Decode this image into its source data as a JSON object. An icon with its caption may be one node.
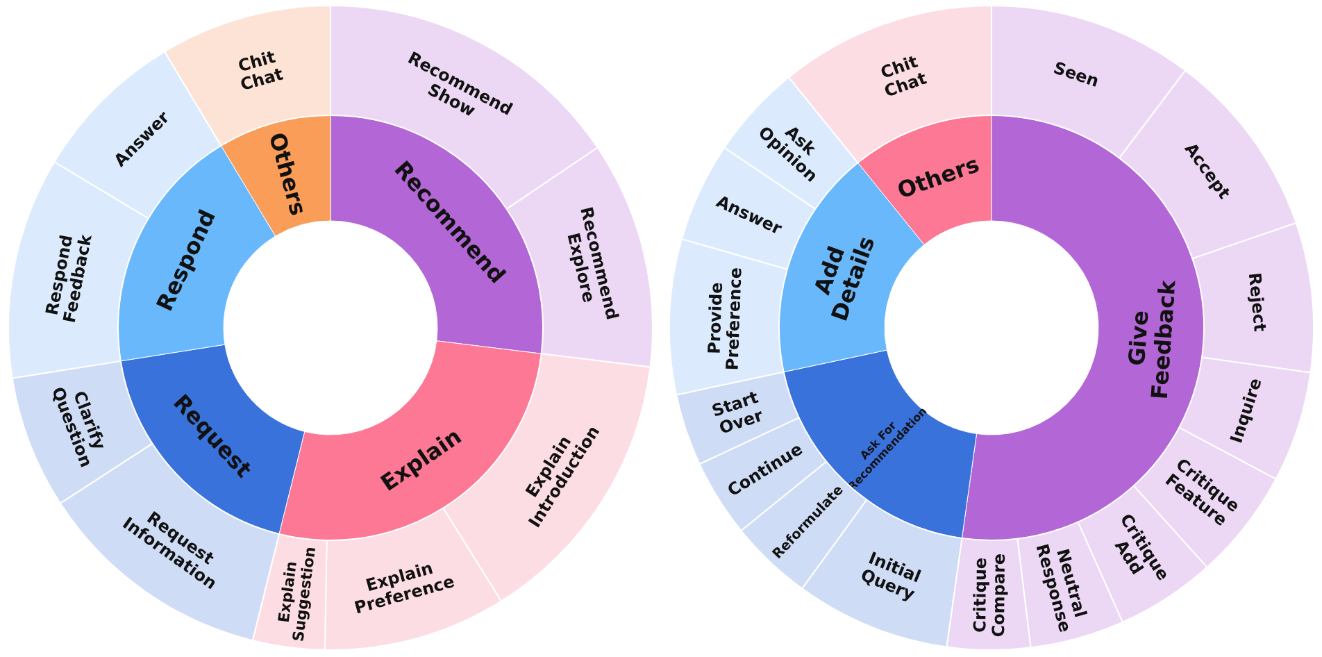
{
  "diagram": {
    "nodes": [
      {
        "text": [
          "Recommend"
        ]
      },
      {
        "text": [
          "Recommend Show"
        ]
      },
      {
        "text": [
          "Recommend Explore"
        ]
      },
      {
        "text": [
          "Explain"
        ]
      },
      {
        "text": [
          "Explain Introduction"
        ]
      },
      {
        "text": [
          "Explain Preference"
        ]
      },
      {
        "text": [
          "Explain Suggestion"
        ]
      },
      {
        "text": [
          "Request"
        ]
      },
      {
        "text": [
          "Request Information"
        ]
      },
      {
        "text": [
          "Clarify Question"
        ]
      },
      {
        "text": [
          "Respond"
        ]
      },
      {
        "text": [
          "Respond Feedback"
        ]
      },
      {
        "text": [
          "Answer"
        ]
      },
      {
        "text": [
          "Others"
        ]
      },
      {
        "text": [
          "Chit Chat"
        ]
      },
      {
        "text": [
          "Give Feedback"
        ]
      },
      {
        "text": [
          "Seen"
        ]
      },
      {
        "text": [
          "Accept"
        ]
      },
      {
        "text": [
          "Reject"
        ]
      },
      {
        "text": [
          "Inquire"
        ]
      },
      {
        "text": [
          "Critique Feature"
        ]
      },
      {
        "text": [
          "Critique Add"
        ]
      },
      {
        "text": [
          "Neutral Response"
        ]
      },
      {
        "text": [
          "Critique Compare"
        ]
      },
      {
        "text": [
          "Ask For Recommendation"
        ]
      },
      {
        "text": [
          "Initial Query"
        ]
      },
      {
        "text": [
          "Reformulate"
        ]
      },
      {
        "text": [
          "Continue"
        ]
      },
      {
        "text": [
          "Start Over"
        ]
      },
      {
        "text": [
          "Add Details"
        ]
      },
      {
        "text": [
          "Provide Preference"
        ]
      },
      {
        "text": [
          "Answer"
        ]
      },
      {
        "text": [
          "Ask Opinion"
        ]
      },
      {
        "text": [
          "Others"
        ]
      },
      {
        "text": [
          "Chit Chat"
        ]
      }
    ]
  }
}
